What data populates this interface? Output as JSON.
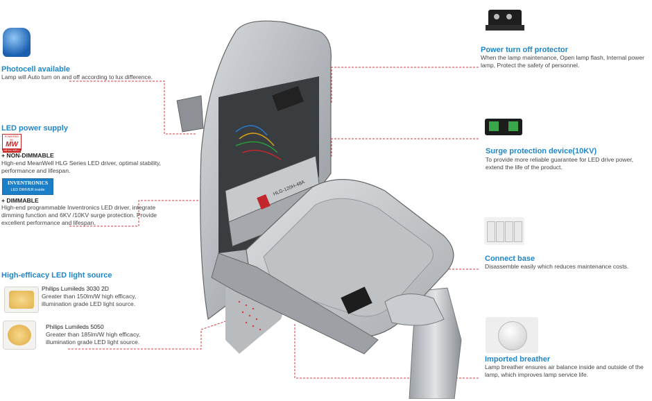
{
  "photocell": {
    "title": "Photocell available",
    "desc": "Lamp will Auto turn on and off according to lux difference."
  },
  "led_power": {
    "title": "LED power supply",
    "meanwell_logo": "MW",
    "meanwell_caption": "POWERED BY",
    "meanwell_sub": "MEAN WELL",
    "nondim_label": "+ NON-DIMMABLE",
    "nondim_desc": "High-end MeanWell HLG Series LED driver, optimal stability, performance and lifespan.",
    "inv_logo": "INVENTRONICS",
    "inv_sub": "LED DRIVER inside",
    "dim_label": "+ DIMMABLE",
    "dim_desc": "High-end programmable Inventronics LED driver, integrate dimming function and 6KV /10KV surge protection. Provide excellent performance and lifespan."
  },
  "light_source": {
    "title": "High-efficacy LED light source",
    "led1_name": "Philips Lumileds 3030 2D",
    "led1_desc": "Greater than 150lm/W high efficacy, illumination grade LED light source.",
    "led2_name": "Philips Lumileds 5050",
    "led2_desc": "Greater than 185lm/W high efficacy, illumination grade LED light source."
  },
  "power_off": {
    "title": "Power turn off protector",
    "desc": "When the lamp maintenance, Open lamp flash, Internal power lamp, Protect the safety of personnel."
  },
  "surge": {
    "title": "Surge protection device(10KV)",
    "desc": "To provide more reliable guarantee for LED drive power, extend the life of the product."
  },
  "connect": {
    "title": "Connect base",
    "desc": "Disassemble easily which reduces maintenance costs."
  },
  "breather": {
    "title": "Imported breather",
    "desc": "Lamp breather ensures air balance inside and outside of the lamp, which improves lamp service life."
  },
  "driver_label": "HLG-120H-48A",
  "colors": {
    "accent": "#1f86c8",
    "leader": "#d9343a"
  }
}
